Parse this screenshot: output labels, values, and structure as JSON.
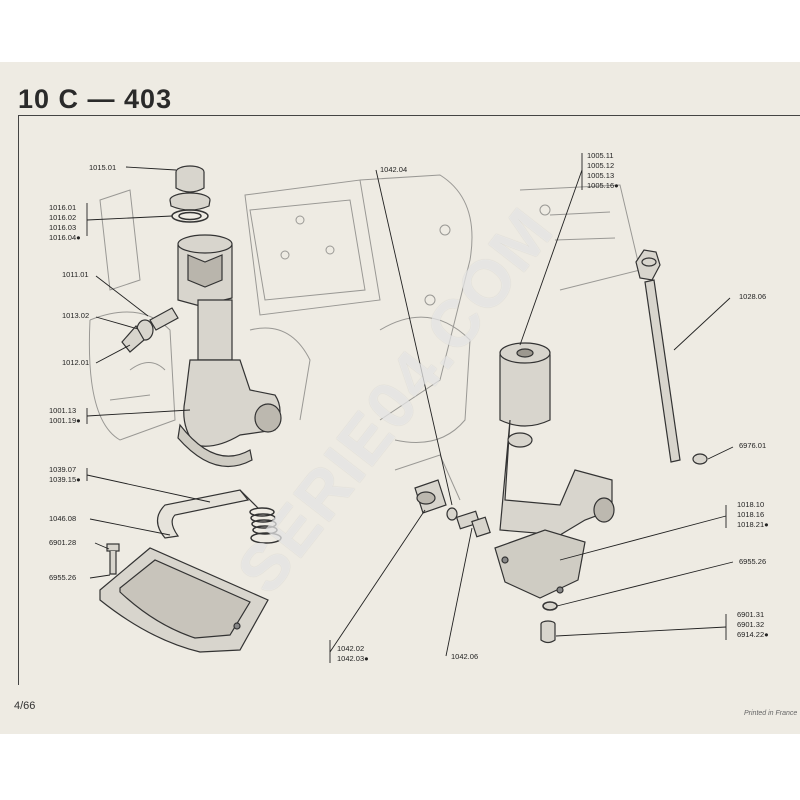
{
  "page": {
    "title": "10 C — 403",
    "page_number": "4/66",
    "printed_note": "Printed in France",
    "watermark": "SERIE04.COM"
  },
  "colors": {
    "paper": "#eeebe3",
    "ink": "#222222",
    "metal_shade": "#d8d5cd"
  },
  "references": {
    "r1015_01": [
      "1015.01"
    ],
    "r1016": [
      "1016.01",
      "1016.02",
      "1016.03",
      "1016.04●"
    ],
    "r1011_01": [
      "1011.01"
    ],
    "r1013_02": [
      "1013.02"
    ],
    "r1012_01": [
      "1012.01"
    ],
    "r1001": [
      "1001.13",
      "1001.19●"
    ],
    "r1039": [
      "1039.07",
      "1039.15●"
    ],
    "r1046_08": [
      "1046.08"
    ],
    "r6901_28": [
      "6901.28"
    ],
    "r6955_26_left": [
      "6955.26"
    ],
    "r1042_04": [
      "1042.04"
    ],
    "r1005": [
      "1005.11",
      "1005.12",
      "1005.13",
      "1005.16●"
    ],
    "r1028_06": [
      "1028.06"
    ],
    "r6976_01": [
      "6976.01"
    ],
    "r1018": [
      "1018.10",
      "1018.16",
      "1018.21●"
    ],
    "r6955_26_right": [
      "6955.26"
    ],
    "r6901_right": [
      "6901.31",
      "6901.32",
      "6914.22●"
    ],
    "r1042_02": [
      "1042.02",
      "1042.03●"
    ],
    "r1042_06": [
      "1042.06"
    ]
  }
}
